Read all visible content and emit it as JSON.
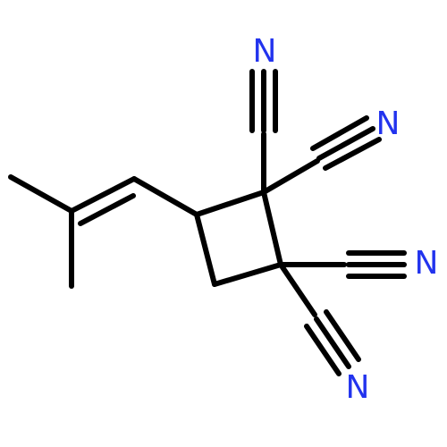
{
  "colors": {
    "bond": "#000000",
    "nitrogen": "#2233ee",
    "background": "#ffffff"
  },
  "atoms": {
    "n1": "N",
    "n2": "N",
    "n3": "N",
    "n4": "N"
  }
}
